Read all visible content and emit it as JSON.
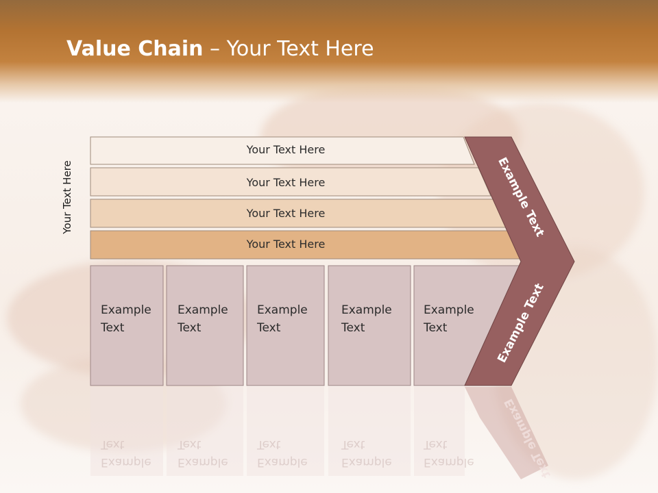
{
  "slide": {
    "title_bold": "Value Chain",
    "title_rest": " – Your Text Here",
    "side_label": "Your Text Here",
    "bars": [
      {
        "label": "Your Text Here",
        "color": "#f8efe7"
      },
      {
        "label": "Your Text Here",
        "color": "#f4e3d4"
      },
      {
        "label": "Your Text Here",
        "color": "#eed3b8"
      },
      {
        "label": "Your Text Here",
        "color": "#e2b385"
      }
    ],
    "columns": [
      {
        "line1": "Example",
        "line2": "Text"
      },
      {
        "line1": "Example",
        "line2": "Text"
      },
      {
        "line1": "Example",
        "line2": "Text"
      },
      {
        "line1": "Example",
        "line2": "Text"
      },
      {
        "line1": "Example",
        "line2": "Text"
      }
    ],
    "arrow_upper_label": "Example Text",
    "arrow_lower_label": "Example Text",
    "colors": {
      "header": "#b37332",
      "column_fill": "#d7c3c3",
      "arrow_fill": "#976060"
    }
  }
}
